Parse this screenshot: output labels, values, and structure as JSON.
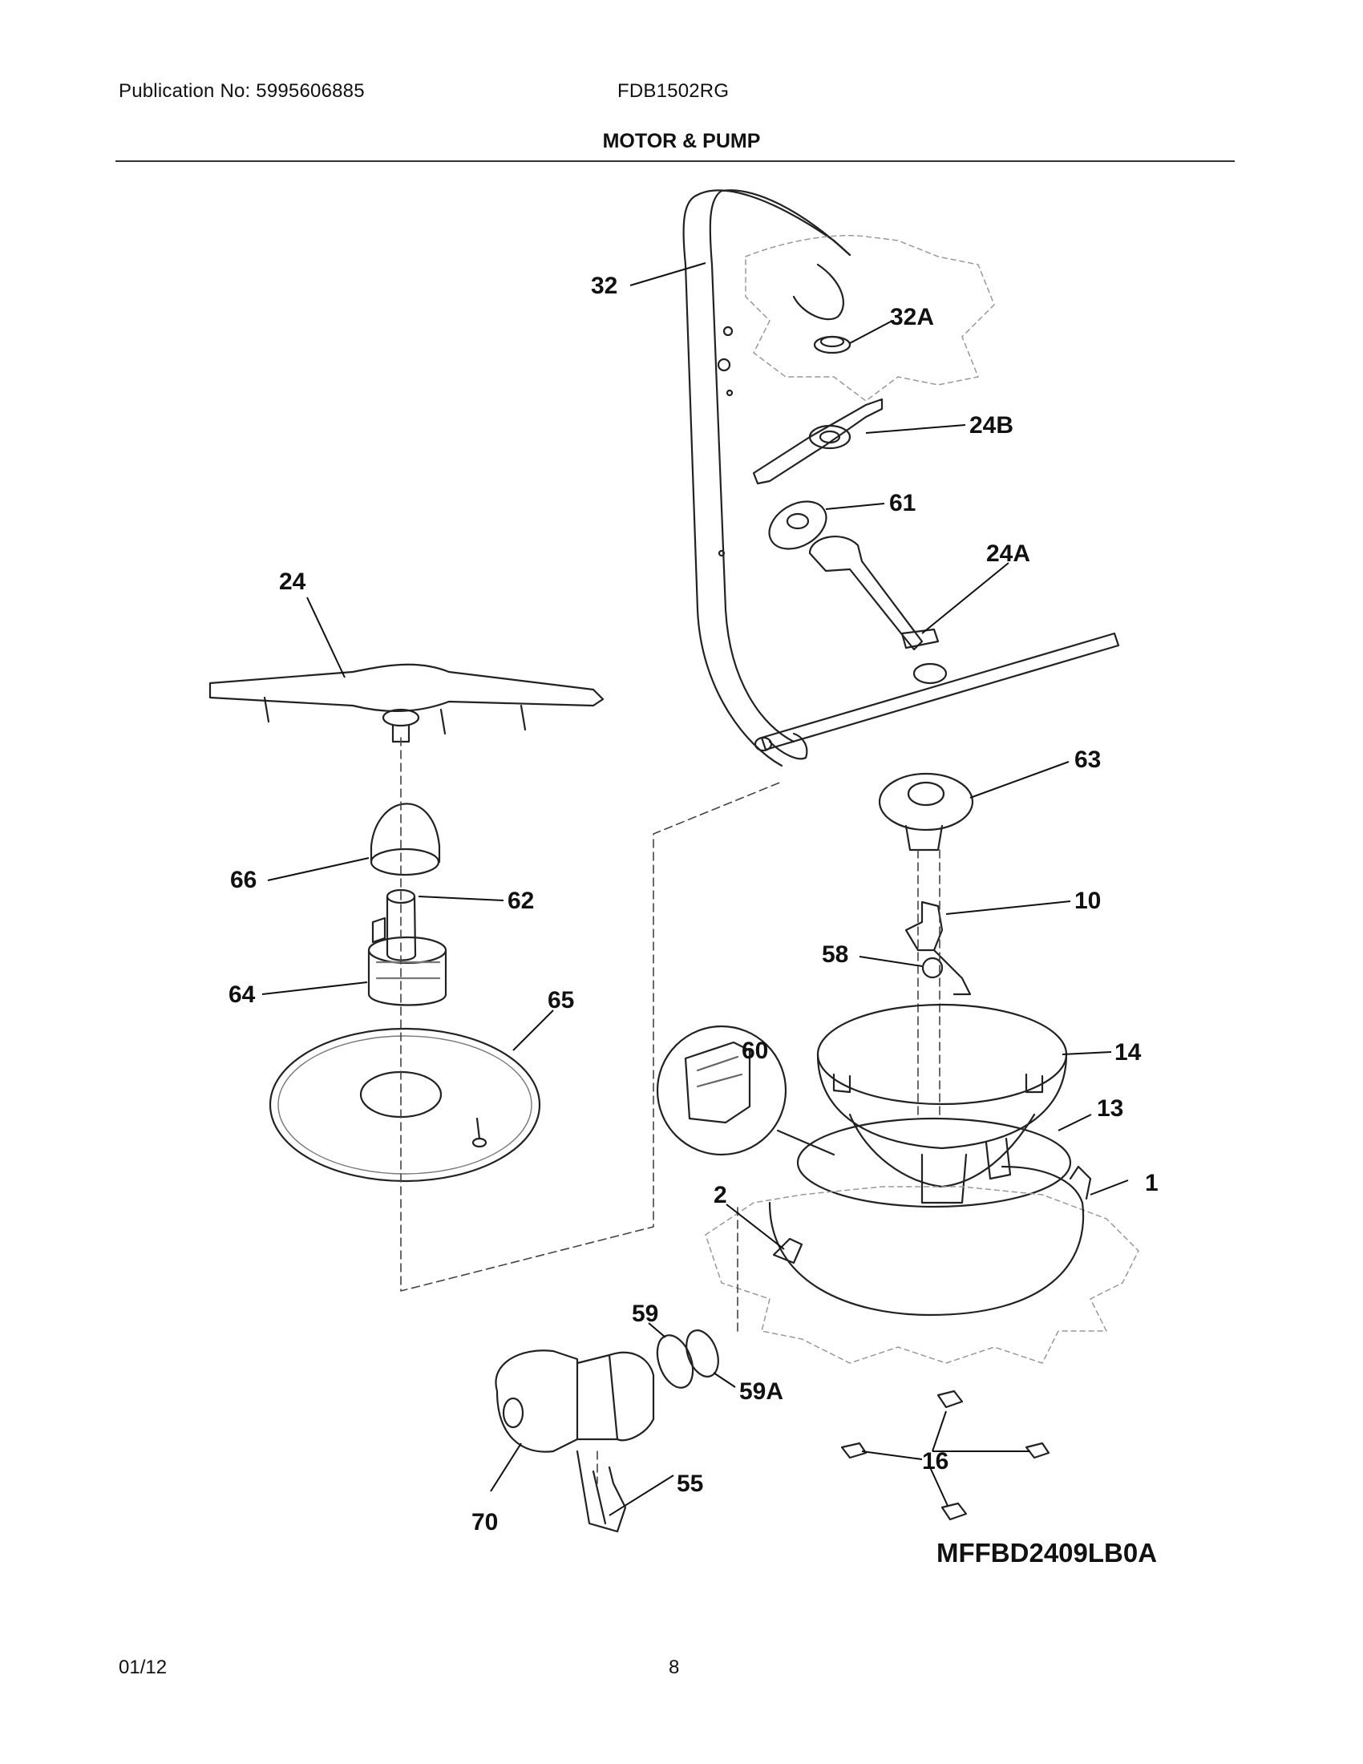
{
  "header": {
    "publication": "Publication No: 5995606885",
    "model": "FDB1502RG"
  },
  "title": "MOTOR & PUMP",
  "diagram": {
    "code": "MFFBD2409LB0A",
    "callouts": {
      "p32": "32",
      "p32a": "32A",
      "p24b": "24B",
      "p61": "61",
      "p24a": "24A",
      "p24": "24",
      "p63": "63",
      "p66": "66",
      "p62": "62",
      "p10": "10",
      "p58": "58",
      "p64": "64",
      "p65": "65",
      "p60": "60",
      "p14": "14",
      "p13": "13",
      "p1": "1",
      "p2": "2",
      "p59": "59",
      "p59a": "59A",
      "p16": "16",
      "p55": "55",
      "p70": "70"
    }
  },
  "footer": {
    "date": "01/12",
    "page": "8"
  }
}
